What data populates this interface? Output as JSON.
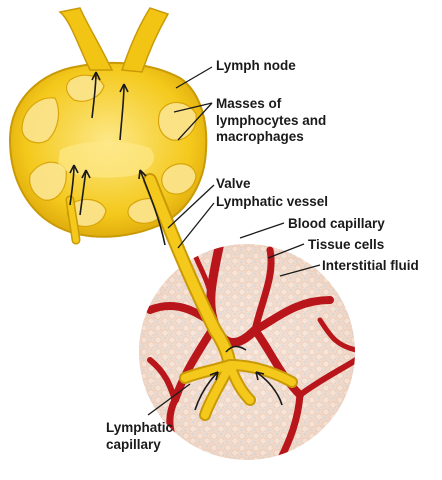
{
  "labels": {
    "lymph_node": "Lymph node",
    "masses": [
      "Masses of",
      "lymphocytes and",
      "macrophages"
    ],
    "valve": "Valve",
    "lymphatic_vessel": "Lymphatic vessel",
    "blood_capillary": "Blood capillary",
    "tissue_cells": "Tissue cells",
    "interstitial_fluid": "Interstitial fluid",
    "lymphatic_capillary": [
      "Lymphatic",
      "capillary"
    ]
  },
  "colors": {
    "lymph_yellow": "#f2c514",
    "lymph_light": "#fbe48a",
    "lymph_dark": "#c99a06",
    "blood_red": "#b8161a",
    "tissue_cell": "#f1d8c8",
    "interstitial_blue": "#c9dbe9",
    "leader_line": "#1a1a1a"
  }
}
